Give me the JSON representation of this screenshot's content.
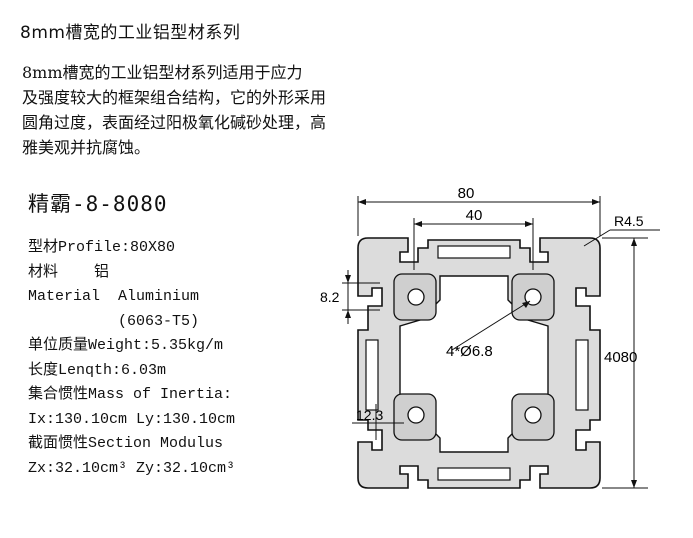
{
  "heading": "8mm槽宽的工业铝型材系列",
  "intro_lines": [
    "    8mm槽宽的工业铝型材系列适用于应力",
    "及强度较大的框架组合结构，它的外形采用",
    "圆角过度，表面经过阳极氧化碱砂处理，高",
    "雅美观并抗腐蚀。"
  ],
  "model": "精霸-8-8080",
  "specs": [
    "型材Profile:80X80",
    "材料    铝",
    "Material  Aluminium",
    "          (6063-T5)",
    "单位质量Weight:5.35kg/m",
    "长度Lenqth:6.03m",
    "集合惯性Mass of Inertia:",
    "Ix:130.10cm Ly:130.10cm",
    "截面惯性Section Modulus",
    "Zx:32.10cm³ Zy:32.10cm³"
  ],
  "drawing": {
    "dim_width": "80",
    "dim_center": "40",
    "dim_radius": "R4.5",
    "dim_slot": "8.2",
    "dim_holes": "4*Ø6.8",
    "dim_height": "4080",
    "dim_core": "12.3",
    "fill_color": "#dcdcdc",
    "line_color": "#111111"
  }
}
